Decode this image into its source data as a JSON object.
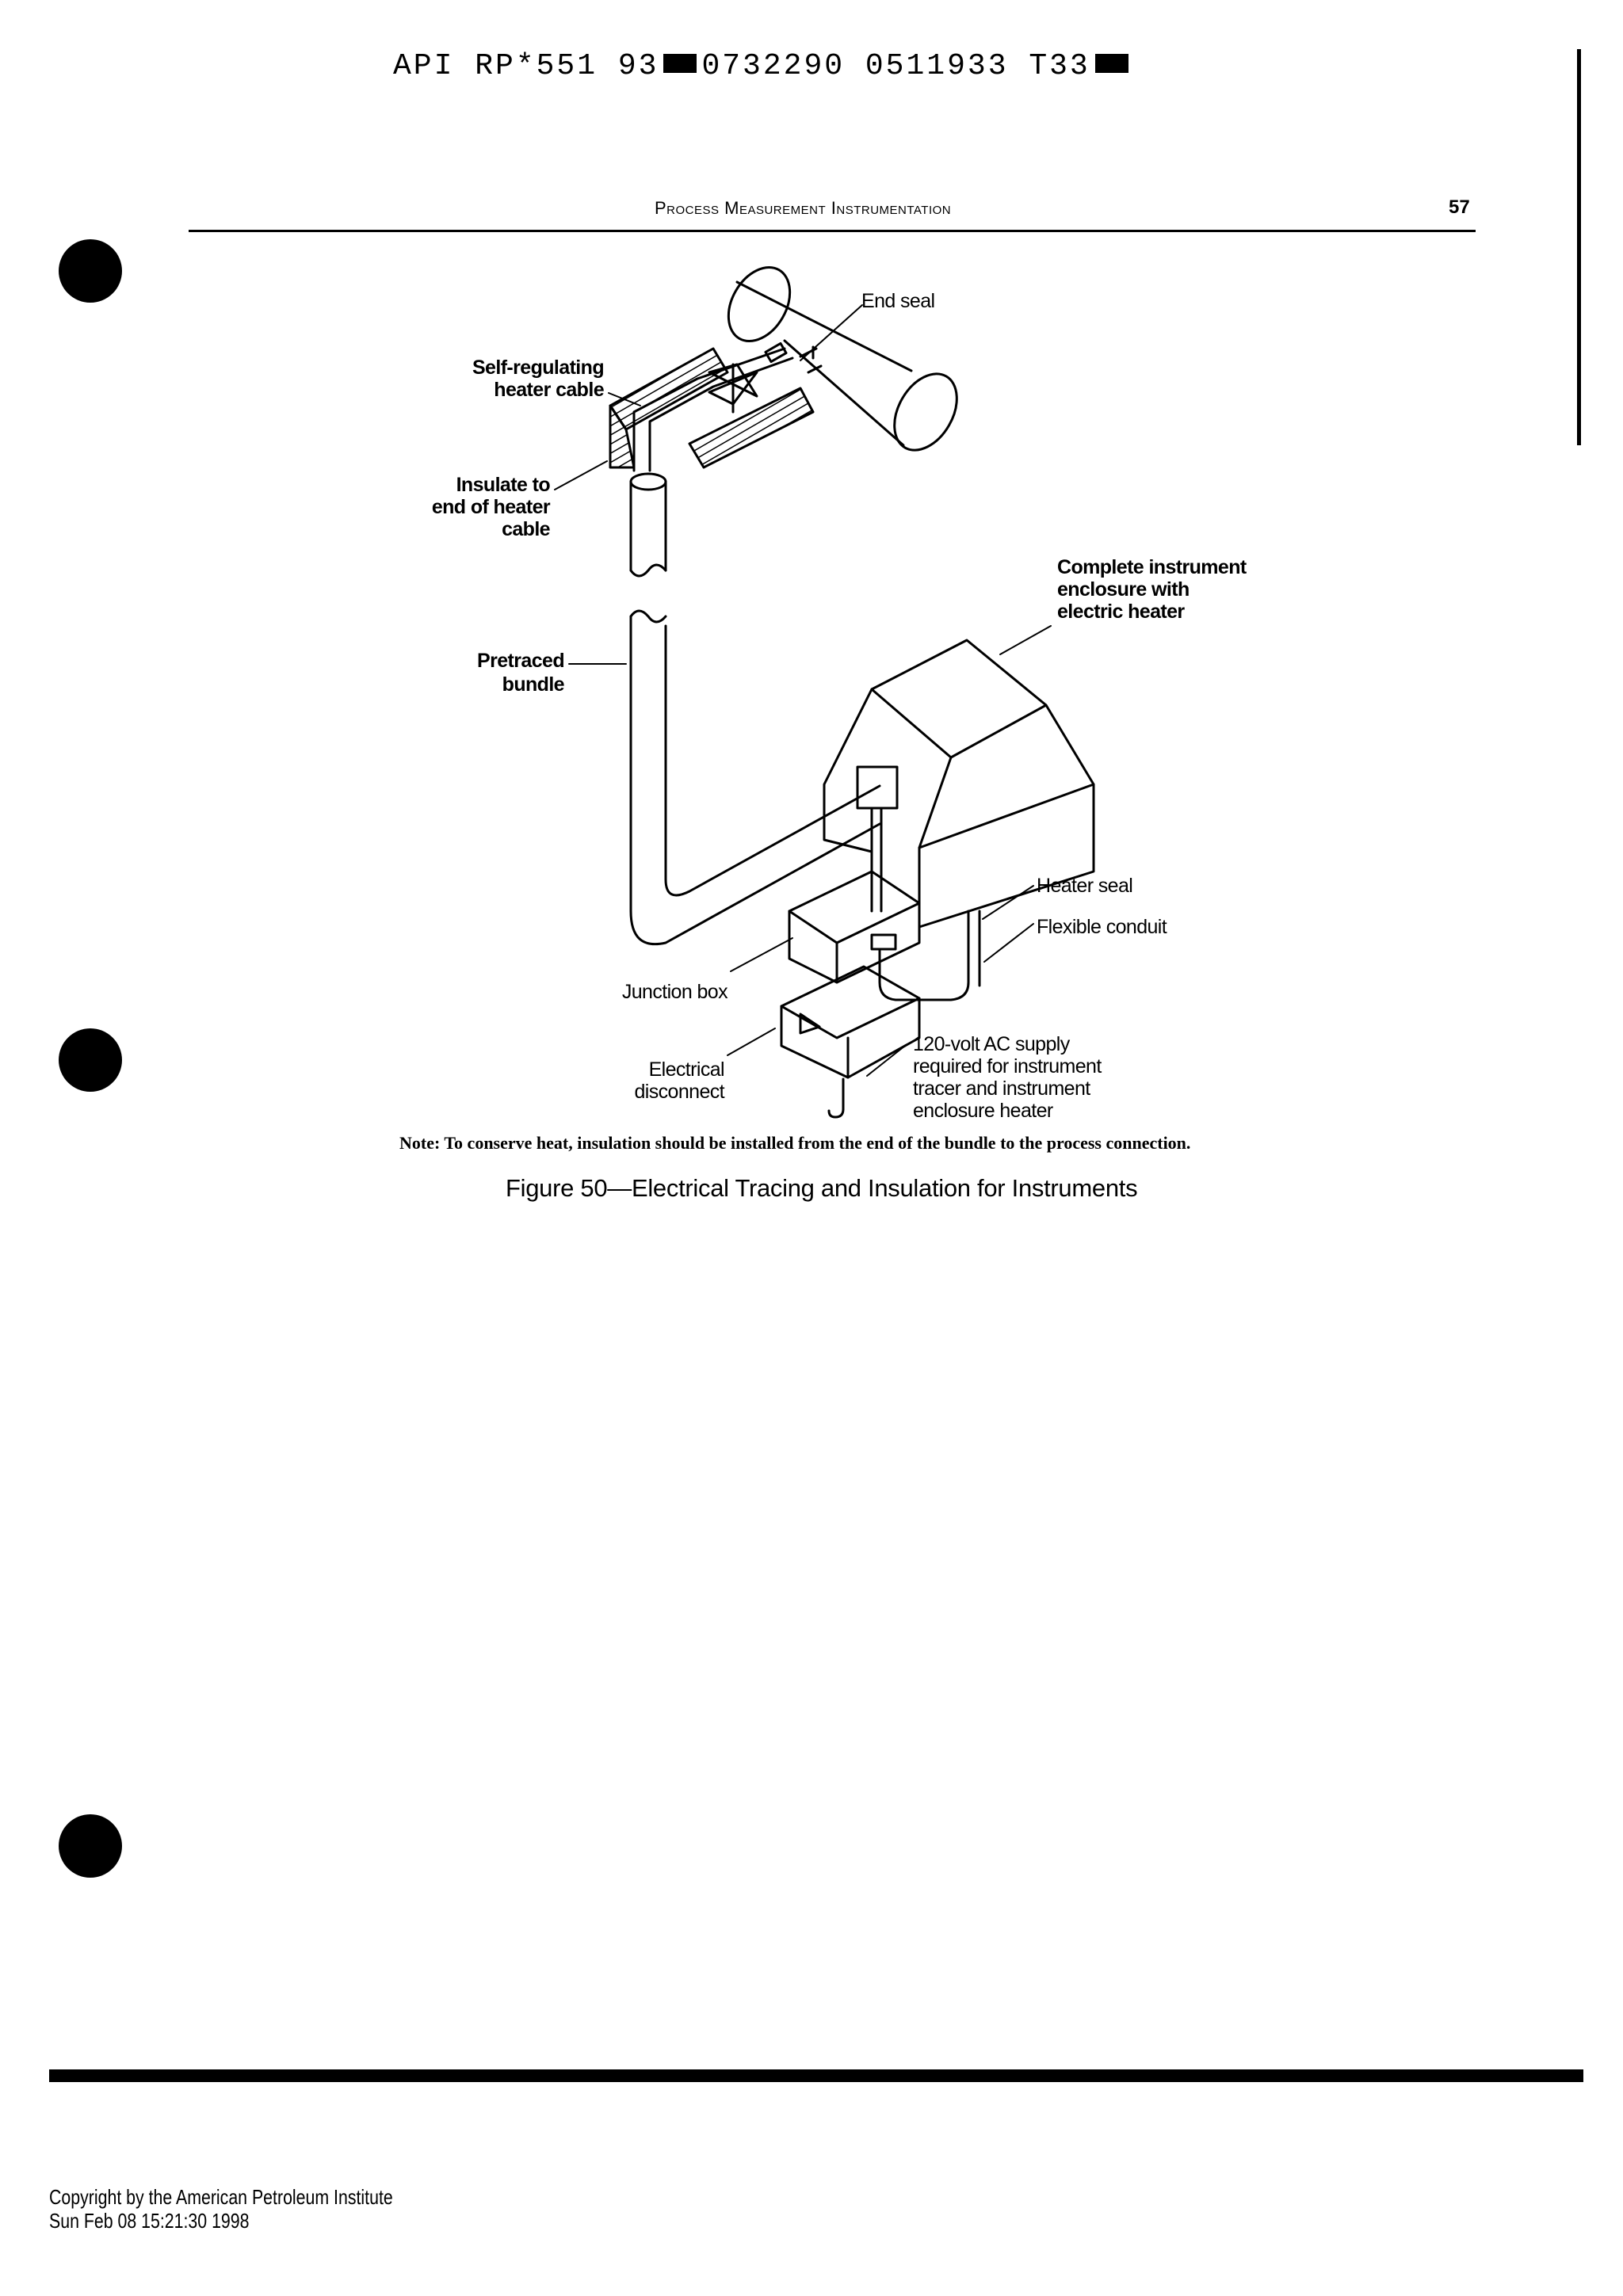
{
  "header": {
    "doc_code_part1": "API RP*551 93",
    "doc_code_part2": "0732290 0511933 T33",
    "running_head": "Process Measurement Instrumentation",
    "page_number": "57"
  },
  "figure": {
    "labels": {
      "end_seal": "End seal",
      "self_regulating_1": "Self-regulating",
      "self_regulating_2": "heater cable",
      "insulate_1": "Insulate to",
      "insulate_2": "end of heater",
      "insulate_3": "cable",
      "complete_1": "Complete instrument",
      "complete_2": "enclosure with",
      "complete_3": "electric heater",
      "pretraced_1": "Pretraced",
      "pretraced_2": "bundle",
      "heater_seal": "Heater seal",
      "flexible_conduit": "Flexible conduit",
      "junction_box": "Junction box",
      "electrical_1": "Electrical",
      "electrical_2": "disconnect",
      "supply_1": "120-volt AC supply",
      "supply_2": "required for instrument",
      "supply_3": "tracer and instrument",
      "supply_4": "enclosure heater"
    },
    "note": "Note: To conserve heat, insulation should be installed from the end of the bundle to the process connection.",
    "caption": "Figure 50—Electrical Tracing and Insulation for Instruments"
  },
  "footer": {
    "copyright_line1": "Copyright by the American Petroleum Institute",
    "copyright_line2": "Sun Feb 08 15:21:30 1998"
  }
}
